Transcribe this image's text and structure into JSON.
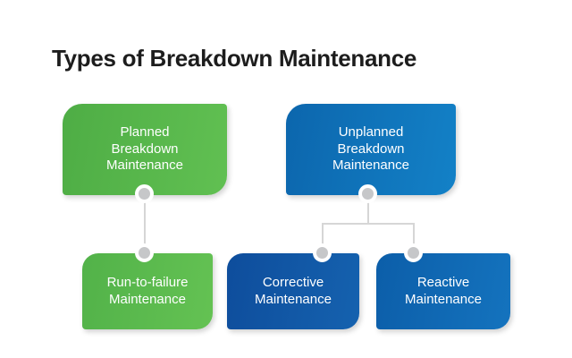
{
  "title": "Types of Breakdown Maintenance",
  "nodes": {
    "planned": {
      "label": "Planned\nBreakdown\nMaintenance"
    },
    "unplanned": {
      "label": "Unplanned\nBreakdown\nMaintenance"
    },
    "run_to_failure": {
      "label": "Run-to-failure\nMaintenance"
    },
    "corrective": {
      "label": "Corrective\nMaintenance"
    },
    "reactive": {
      "label": "Reactive\nMaintenance"
    }
  },
  "hierarchy": [
    {
      "parent": "Planned Breakdown Maintenance",
      "children": [
        "Run-to-failure Maintenance"
      ]
    },
    {
      "parent": "Unplanned Breakdown Maintenance",
      "children": [
        "Corrective Maintenance",
        "Reactive Maintenance"
      ]
    }
  ],
  "colors": {
    "green_dark": "#4ead45",
    "green_light": "#61c052",
    "blue_top": "#0d6bb2",
    "blue_corrective": "#0f4e9d",
    "blue_reactive": "#0d60ab",
    "connector_line": "#d6d6d6",
    "connector_dot": "#c6c7c9",
    "title_text": "#1d1d1d",
    "node_text": "#ffffff"
  }
}
